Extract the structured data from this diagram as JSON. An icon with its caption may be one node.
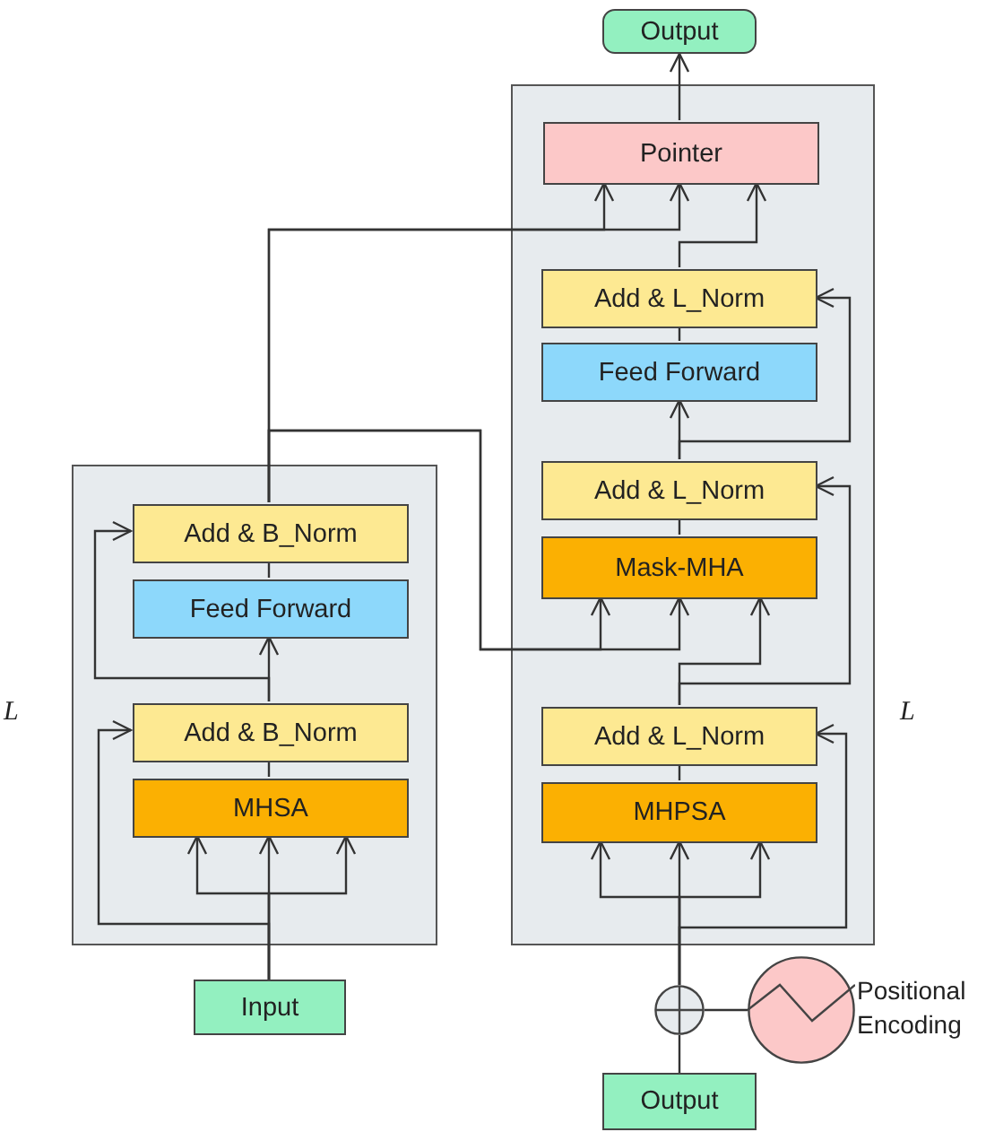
{
  "diagram": {
    "nodes": [
      {
        "text": [],
        "shape": "box",
        "beside": [
          "L"
        ]
      },
      {
        "text": [
          "Add & B_Norm"
        ],
        "in": 0
      },
      {
        "text": [
          "Feed Forward"
        ],
        "in": 0
      },
      {
        "text": [
          "Add & B_Norm"
        ],
        "in": 0
      },
      {
        "text": [
          "MHSA"
        ],
        "in": 0
      },
      {
        "text": [
          "Input"
        ]
      },
      {
        "text": [],
        "shape": "box",
        "beside": [
          "L"
        ]
      },
      {
        "text": [
          "Pointer"
        ],
        "in": 6
      },
      {
        "text": [
          "Add & L_Norm"
        ],
        "in": 6
      },
      {
        "text": [
          "Feed Forward"
        ],
        "in": 6
      },
      {
        "text": [
          "Add & L_Norm"
        ],
        "in": 6
      },
      {
        "text": [
          "Mask-MHA"
        ],
        "in": 6
      },
      {
        "text": [
          "Add & L_Norm"
        ],
        "in": 6
      },
      {
        "text": [
          "MHPSA"
        ],
        "in": 6
      },
      {
        "text": [
          "Output"
        ]
      },
      {
        "text": [],
        "shape": "circle"
      },
      {
        "text": [],
        "shape": "circle",
        "beside": [
          "Positional Encoding"
        ]
      },
      {
        "text": [
          "Output"
        ]
      }
    ],
    "edges": [
      {
        "from": 5,
        "to": 4,
        "arrow": "to"
      },
      {
        "from": 5,
        "to": 4,
        "arrow": "to"
      },
      {
        "from": 5,
        "to": 4,
        "arrow": "to"
      },
      {
        "from": 5,
        "to": 3,
        "arrow": "to"
      },
      {
        "from": 4,
        "to": 3,
        "arrow": "none"
      },
      {
        "from": 3,
        "to": 2,
        "arrow": "to"
      },
      {
        "from": 3,
        "to": 1,
        "arrow": "to"
      },
      {
        "from": 2,
        "to": 1,
        "arrow": "none"
      },
      {
        "from": 1,
        "to": 7,
        "arrow": "to"
      },
      {
        "from": 1,
        "to": 7,
        "arrow": "to"
      },
      {
        "from": 1,
        "to": 11,
        "arrow": "to"
      },
      {
        "from": 1,
        "to": 11,
        "arrow": "to"
      },
      {
        "from": 17,
        "to": 15,
        "arrow": "none"
      },
      {
        "from": 16,
        "to": 15,
        "arrow": "none"
      },
      {
        "from": 15,
        "to": 13,
        "arrow": "to"
      },
      {
        "from": 15,
        "to": 13,
        "arrow": "to"
      },
      {
        "from": 15,
        "to": 13,
        "arrow": "to"
      },
      {
        "from": 15,
        "to": 12,
        "arrow": "to"
      },
      {
        "from": 13,
        "to": 12,
        "arrow": "none"
      },
      {
        "from": 12,
        "to": 11,
        "arrow": "to"
      },
      {
        "from": 12,
        "to": 10,
        "arrow": "to"
      },
      {
        "from": 11,
        "to": 10,
        "arrow": "none"
      },
      {
        "from": 10,
        "to": 9,
        "arrow": "to"
      },
      {
        "from": 10,
        "to": 8,
        "arrow": "to"
      },
      {
        "from": 9,
        "to": 8,
        "arrow": "none"
      },
      {
        "from": 8,
        "to": 7,
        "arrow": "to"
      },
      {
        "from": 7,
        "to": 14,
        "arrow": "to"
      }
    ]
  }
}
